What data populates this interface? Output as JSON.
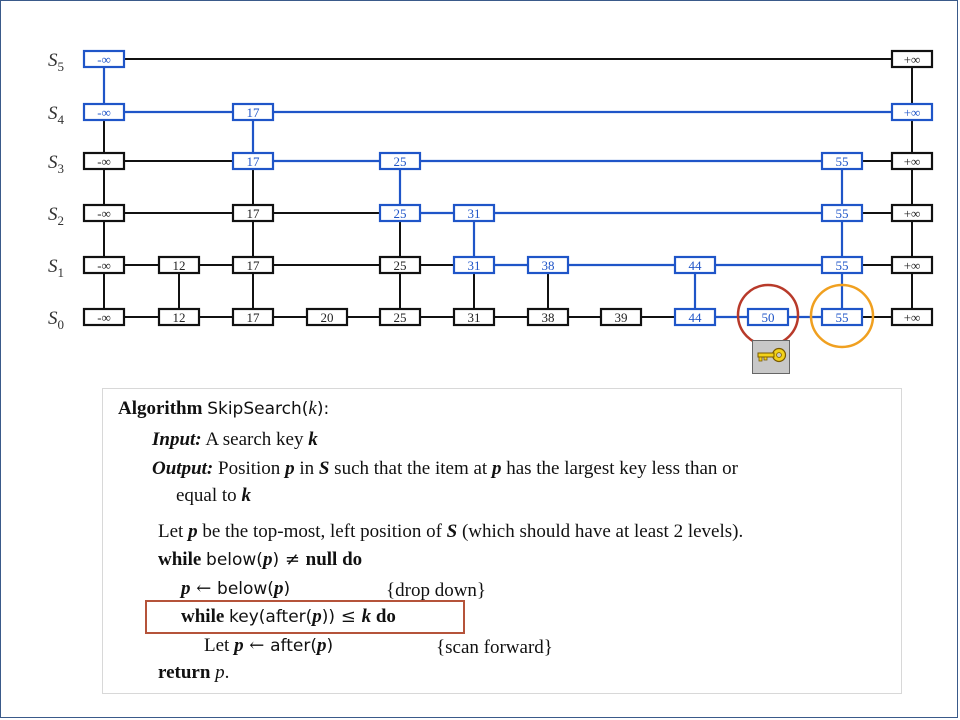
{
  "skip_list": {
    "columns": [
      {
        "key": "-∞"
      },
      {
        "key": "12"
      },
      {
        "key": "17"
      },
      {
        "key": "20"
      },
      {
        "key": "25"
      },
      {
        "key": "31"
      },
      {
        "key": "38"
      },
      {
        "key": "39"
      },
      {
        "key": "44"
      },
      {
        "key": "50"
      },
      {
        "key": "55"
      },
      {
        "key": "+∞"
      }
    ],
    "levels": [
      {
        "letter": "S",
        "sub": "5",
        "cols": [
          0,
          11
        ],
        "blue_cols": [
          0
        ],
        "blue_links": []
      },
      {
        "letter": "S",
        "sub": "4",
        "cols": [
          0,
          2,
          11
        ],
        "blue_cols": [
          0,
          2,
          11
        ],
        "blue_links": [
          0,
          1
        ]
      },
      {
        "letter": "S",
        "sub": "3",
        "cols": [
          0,
          2,
          4,
          10,
          11
        ],
        "blue_cols": [
          2,
          4,
          10
        ],
        "blue_links": [
          1,
          2
        ]
      },
      {
        "letter": "S",
        "sub": "2",
        "cols": [
          0,
          2,
          4,
          5,
          10,
          11
        ],
        "blue_cols": [
          4,
          5,
          10
        ],
        "blue_links": [
          2,
          3
        ]
      },
      {
        "letter": "S",
        "sub": "1",
        "cols": [
          0,
          1,
          2,
          4,
          5,
          6,
          8,
          10,
          11
        ],
        "blue_cols": [
          5,
          6,
          8,
          10
        ],
        "blue_links": [
          4,
          5,
          6
        ]
      },
      {
        "letter": "S",
        "sub": "0",
        "cols": [
          0,
          1,
          2,
          3,
          4,
          5,
          6,
          7,
          8,
          9,
          10,
          11
        ],
        "blue_cols": [
          8,
          9,
          10
        ],
        "blue_links": [
          8,
          9
        ]
      }
    ],
    "blue_vertical_cols": [
      0,
      2,
      4,
      5,
      8,
      10
    ],
    "search_path_color": "#1f55c8",
    "circle_red_col": 9,
    "circle_red_color": "#b83a2a",
    "circle_orange_col": 10,
    "circle_orange_color": "#f0a020",
    "key_icon": "key-icon"
  },
  "algorithm": {
    "header_kw": "Algorithm",
    "header_fn": "SkipSearch(",
    "header_arg": "k",
    "header_end": "):",
    "input_label": "Input:",
    "input_text": "A search key ",
    "input_var": "k",
    "output_label": "Output:",
    "output_text_1": "Position ",
    "output_var_p": "p",
    "output_text_2": " in ",
    "output_var_s": "S",
    "output_text_3": " such that the item at ",
    "output_var_p2": "p",
    "output_text_4": " has the largest key less than or",
    "output_line2": "equal to ",
    "output_var_k": "k",
    "let_text_1": "Let ",
    "let_var_p": "p",
    "let_text_2": " be the top-most, left position of ",
    "let_var_s": "S",
    "let_text_3": " (which should have at least 2 levels).",
    "while1_kw": "while",
    "while1_fn": "below(",
    "while1_var": "p",
    "while1_fn_end": ")",
    "while1_neq": " ≠ ",
    "while1_null": "null",
    "while1_do": "do",
    "assign1_var": "p",
    "assign1_arrow": " ← ",
    "assign1_fn": "below(",
    "assign1_var2": "p",
    "assign1_fn_end": ")",
    "comment_drop": "{drop down}",
    "while2_kw": "while",
    "while2_fn": "key(after(",
    "while2_var": "p",
    "while2_fn_end": "))",
    "while2_leq": " ≤ ",
    "while2_k": "k",
    "while2_do": "do",
    "let2_text": "Let ",
    "let2_var": "p",
    "let2_arrow": " ← ",
    "let2_fn": "after(",
    "let2_var2": "p",
    "let2_fn_end": ")",
    "comment_scan": "{scan forward}",
    "return_kw": "return",
    "return_var": "p",
    "return_end": ".",
    "highlight_color": "#b5533a"
  }
}
